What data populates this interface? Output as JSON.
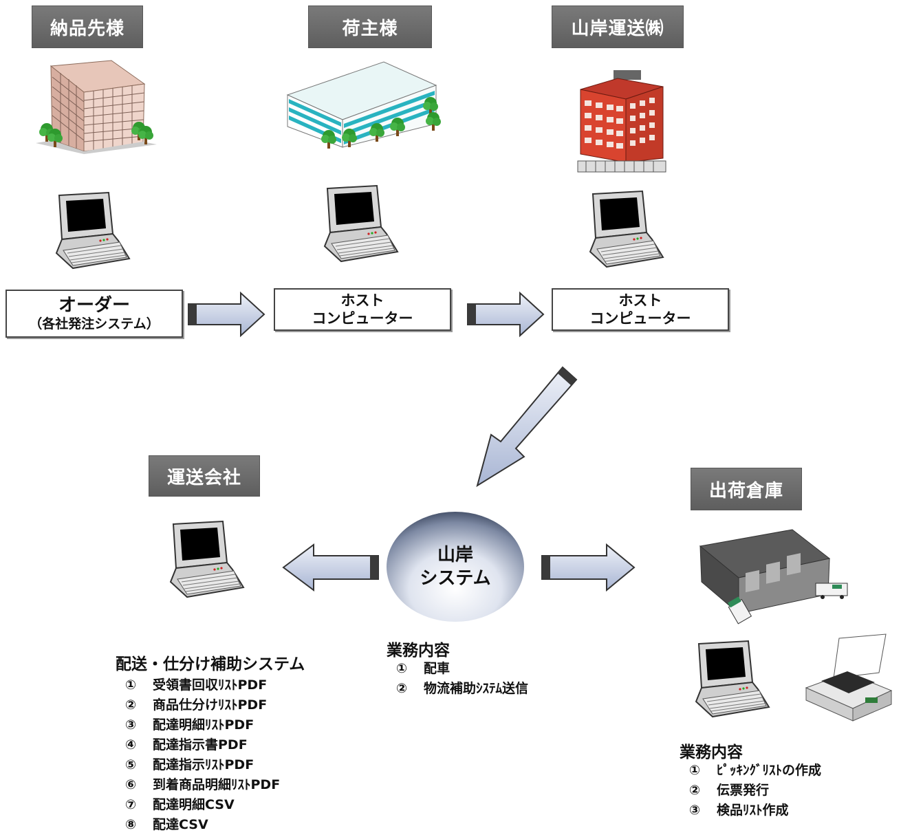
{
  "titles": {
    "delivery_dest": "納品先様",
    "shipper": "荷主様",
    "yamagishi": "山岸運送㈱",
    "transport_co": "運送会社",
    "warehouse": "出荷倉庫"
  },
  "boxes": {
    "order_main": "オーダー",
    "order_sub": "（各社発注システム）",
    "host1_line1": "ホスト",
    "host1_line2": "コンピューター",
    "host2_line1": "ホスト",
    "host2_line2": "コンピューター"
  },
  "system": {
    "line1": "山岸",
    "line2": "システム"
  },
  "center_tasks": {
    "heading": "業務内容",
    "items": [
      {
        "num": "①",
        "text": "配車"
      },
      {
        "num": "②",
        "text": "物流補助ｼｽﾃﾑ送信"
      }
    ]
  },
  "transport_tasks": {
    "heading": "配送・仕分け補助システム",
    "items": [
      {
        "num": "①",
        "text": "受領書回収ﾘｽﾄPDF"
      },
      {
        "num": "②",
        "text": "商品仕分けﾘｽﾄPDF"
      },
      {
        "num": "③",
        "text": "配達明細ﾘｽﾄPDF"
      },
      {
        "num": "④",
        "text": "配達指示書PDF"
      },
      {
        "num": "⑤",
        "text": "配達指示ﾘｽﾄPDF"
      },
      {
        "num": "⑥",
        "text": "到着商品明細ﾘｽﾄPDF"
      },
      {
        "num": "⑦",
        "text": "配達明細CSV"
      },
      {
        "num": "⑧",
        "text": "配達CSV"
      }
    ]
  },
  "warehouse_tasks": {
    "heading": "業務内容",
    "items": [
      {
        "num": "①",
        "text": "ﾋﾟｯｷﾝｸﾞﾘｽﾄの作成"
      },
      {
        "num": "②",
        "text": "伝票発行"
      },
      {
        "num": "③",
        "text": "検品ﾘｽﾄ作成"
      }
    ]
  },
  "colors": {
    "title_bg": "#6b6b6b",
    "arrow_fill": "#c9d3ea",
    "arrow_tail": "#3a3a3a",
    "system_fill": "#3a4660"
  },
  "icons": [
    "office-building-icon",
    "computer-icon",
    "printer-icon",
    "warehouse-icon",
    "truck-icon"
  ]
}
